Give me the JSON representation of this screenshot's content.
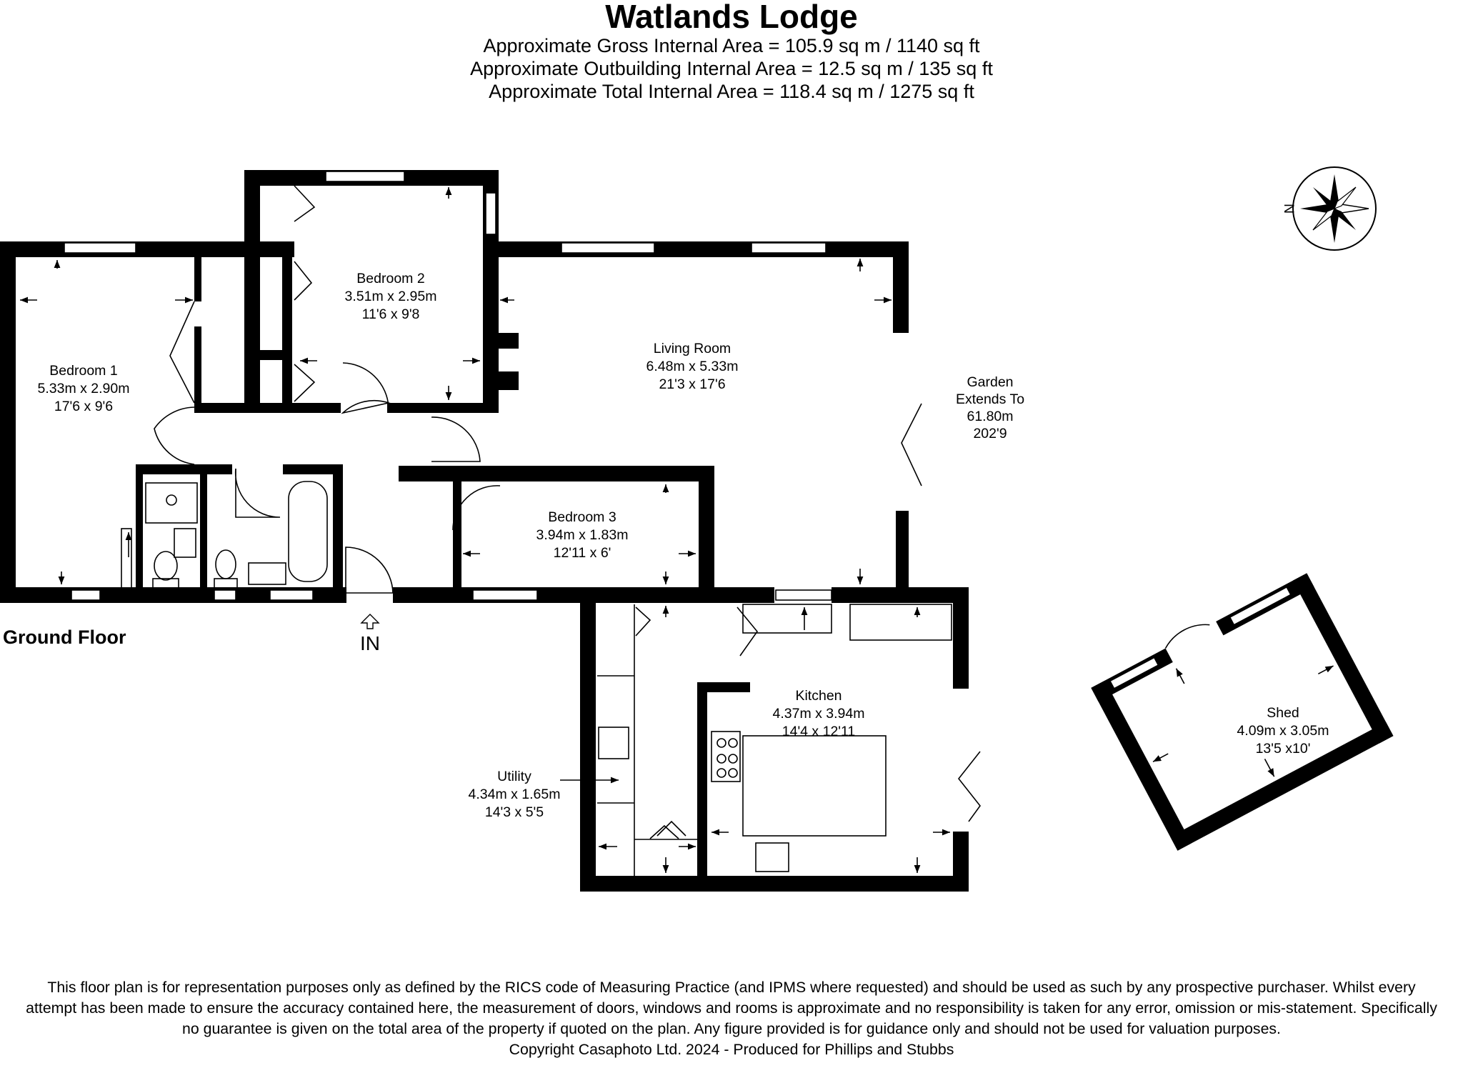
{
  "title": "Watlands Lodge",
  "areas": [
    "Approximate Gross Internal Area = 105.9 sq m / 1140 sq ft",
    "Approximate Outbuilding Internal Area = 12.5 sq m / 135 sq ft",
    "Approximate Total Internal Area = 118.4 sq m / 1275 sq ft"
  ],
  "floor_label": "Ground Floor",
  "entrance_label": "IN",
  "compass_label": "N",
  "rooms": {
    "bedroom1": {
      "name": "Bedroom 1",
      "metric": "5.33m x 2.90m",
      "imperial": "17'6 x 9'6"
    },
    "bedroom2": {
      "name": "Bedroom 2",
      "metric": "3.51m x 2.95m",
      "imperial": "11'6 x 9'8"
    },
    "living": {
      "name": "Living Room",
      "metric": "6.48m x 5.33m",
      "imperial": "21'3 x 17'6"
    },
    "bedroom3": {
      "name": "Bedroom 3",
      "metric": "3.94m x 1.83m",
      "imperial": "12'11 x 6'"
    },
    "kitchen": {
      "name": "Kitchen",
      "metric": "4.37m x 3.94m",
      "imperial": "14'4 x 12'11"
    },
    "utility": {
      "name": "Utility",
      "metric": "4.34m x 1.65m",
      "imperial": "14'3 x 5'5"
    },
    "shed": {
      "name": "Shed",
      "metric": "4.09m x 3.05m",
      "imperial": "13'5 x10'"
    }
  },
  "garden": {
    "line1": "Garden",
    "line2": "Extends To",
    "line3": "61.80m",
    "line4": "202'9"
  },
  "disclaimer": "This floor plan is for representation purposes only as defined by the RICS code of Measuring Practice (and IPMS where requested) and should be used as such by any prospective purchaser. Whilst every attempt has been made to ensure the accuracy contained here, the measurement of doors, windows and rooms is approximate and no responsibility is taken for any error, omission or mis-statement. Specifically no guarantee is given on the total area of the property if quoted on the plan. Any figure provided is for guidance only and should not be used for valuation purposes.",
  "copyright": "Copyright Casaphoto Ltd. 2024 - Produced for Phillips and Stubbs"
}
